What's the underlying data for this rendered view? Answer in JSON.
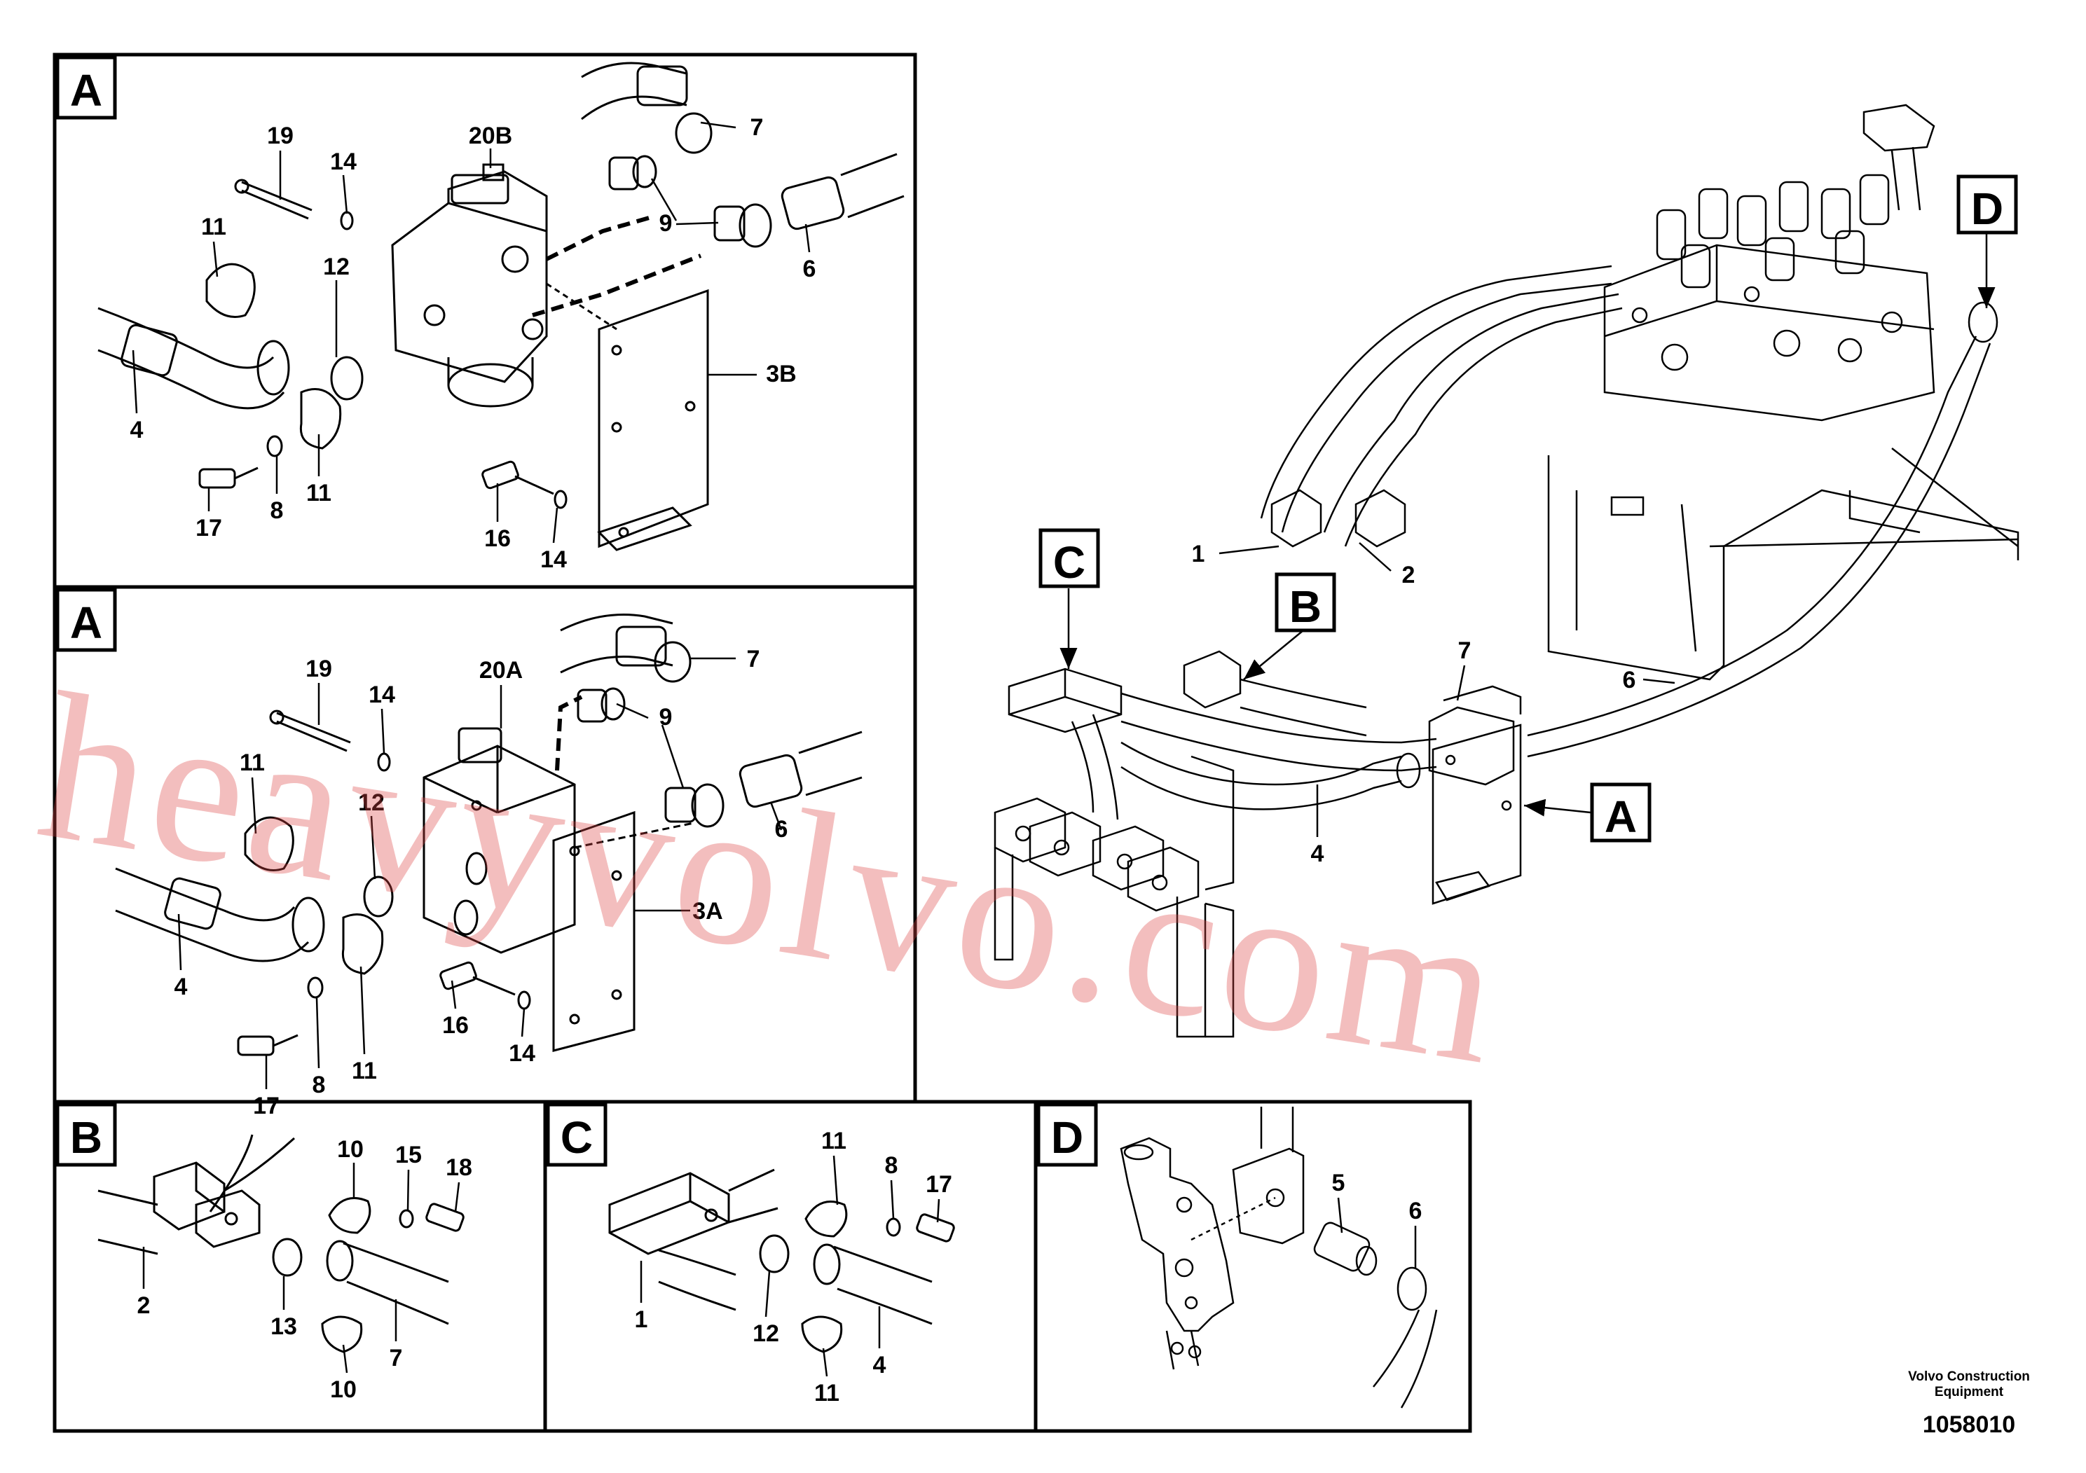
{
  "panels": {
    "top_a": {
      "tag": "A",
      "labels": {
        "p19": "19",
        "p14a": "14",
        "p20b": "20B",
        "p7": "7",
        "p11a": "11",
        "p12": "12",
        "p9": "9",
        "p6": "6",
        "p3b": "3B",
        "p4": "4",
        "p17": "17",
        "p8": "8",
        "p11b": "11",
        "p16": "16",
        "p14b": "14"
      }
    },
    "mid_a": {
      "tag": "A",
      "labels": {
        "p19": "19",
        "p14a": "14",
        "p20a": "20A",
        "p7": "7",
        "p9": "9",
        "p11a": "11",
        "p12": "12",
        "p6": "6",
        "p3a": "3A",
        "p4": "4",
        "p17": "17",
        "p8": "8",
        "p11b": "11",
        "p16": "16",
        "p14b": "14"
      }
    },
    "b": {
      "tag": "B",
      "labels": {
        "p10a": "10",
        "p15": "15",
        "p18": "18",
        "p2": "2",
        "p13": "13",
        "p7": "7",
        "p10b": "10"
      }
    },
    "c": {
      "tag": "C",
      "labels": {
        "p11a": "11",
        "p8": "8",
        "p17": "17",
        "p1": "1",
        "p12": "12",
        "p4": "4",
        "p11b": "11"
      }
    },
    "d": {
      "tag": "D",
      "labels": {
        "p5": "5",
        "p6": "6"
      }
    }
  },
  "overview": {
    "callouts": {
      "c": "C",
      "b": "B",
      "d": "D",
      "a": "A"
    },
    "labels": {
      "p1": "1",
      "p2": "2",
      "p7": "7",
      "p6": "6",
      "p4": "4"
    }
  },
  "footer": {
    "company_line1": "Volvo Construction",
    "company_line2": "Equipment",
    "document_number": "1058010"
  },
  "watermark": "heavyvolvo.com",
  "colors": {
    "line": "#000000",
    "background": "#ffffff",
    "watermark": "#dc4646"
  }
}
